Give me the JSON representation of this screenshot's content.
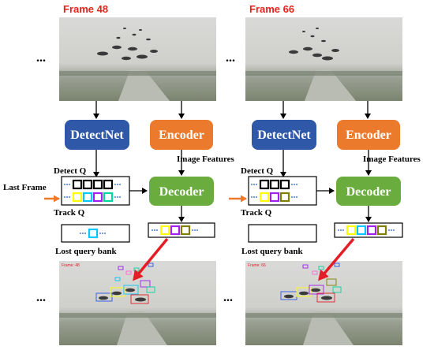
{
  "frames": [
    {
      "title": "Frame 48",
      "ellipsis_top": "...",
      "ellipsis_bottom": "...",
      "detector_label": "DetectNet",
      "encoder_label": "Encoder",
      "decoder_label": "Decoder",
      "image_features_label": "Image Features",
      "detect_q_label": "Detect Q",
      "track_q_label": "Track Q",
      "last_frame_label": "Last Frame",
      "lost_bank_label": "Lost query bank",
      "detect_squares": [
        "#000000",
        "#000000",
        "#000000",
        "#000000"
      ],
      "track_squares": [
        "#ffff00",
        "#00c8ff",
        "#a020f0",
        "#00d6a0"
      ],
      "output_squares": [
        "#ffff00",
        "#a020f0",
        "#808000"
      ],
      "lost_squares": [
        "#00c8ff"
      ],
      "small_frame_tag": "Frame: 48"
    },
    {
      "title": "Frame 66",
      "ellipsis_top": "...",
      "ellipsis_bottom": "...",
      "detector_label": "DetectNet",
      "encoder_label": "Encoder",
      "decoder_label": "Decoder",
      "image_features_label": "Image Features",
      "detect_q_label": "Detect Q",
      "track_q_label": "Track Q",
      "last_frame_label": "",
      "lost_bank_label": "Lost query bank",
      "detect_squares": [
        "#000000",
        "#000000",
        "#000000"
      ],
      "track_squares": [
        "#ffff00",
        "#a020f0",
        "#808000"
      ],
      "output_squares": [
        "#ffff00",
        "#00c8ff",
        "#a020f0",
        "#808000"
      ],
      "lost_squares": [],
      "small_frame_tag": "Frame: 66"
    }
  ],
  "colors": {
    "frame_title": "#e8221b",
    "detectnet": "#2f58a8",
    "encoder": "#ec7a2c",
    "decoder": "#6aad3e",
    "dots_blue": "#4e7fd0",
    "red_arrow": "#e41e26",
    "orange_arrow": "#ec7a2c"
  }
}
